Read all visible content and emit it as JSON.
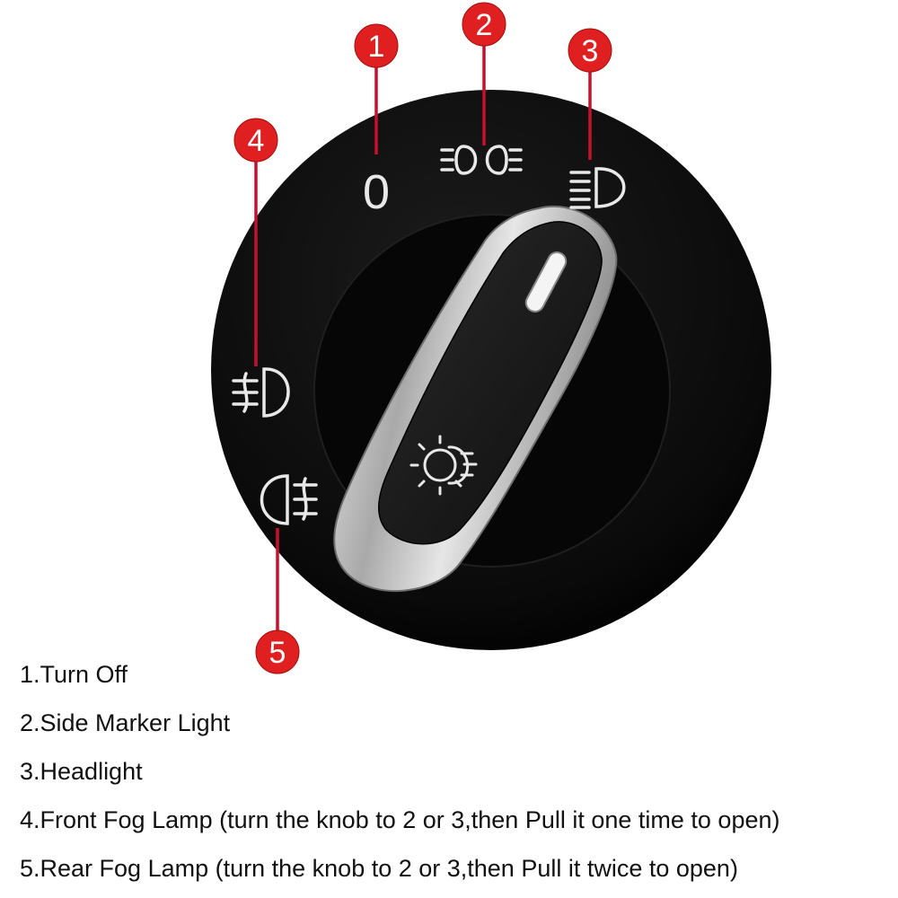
{
  "dial": {
    "off_symbol": "0",
    "symbols": [
      "side-marker-light-icon",
      "headlight-icon",
      "front-fog-lamp-icon",
      "rear-fog-lamp-icon",
      "headlight-auto-icon"
    ]
  },
  "callouts": [
    {
      "number": "1"
    },
    {
      "number": "2"
    },
    {
      "number": "3"
    },
    {
      "number": "4"
    },
    {
      "number": "5"
    }
  ],
  "legend": [
    "1.Turn Off",
    "2.Side Marker Light",
    "3.Headlight",
    "4.Front Fog Lamp (turn the knob to 2 or 3,then Pull it one time to open)",
    "5.Rear Fog Lamp (turn the knob to 2 or 3,then Pull it twice to open)"
  ],
  "colors": {
    "callout_red": "#e02020",
    "pointer_red": "#c8102e",
    "bezel": "#0b0b0b",
    "symbol": "#e8e8e8",
    "chrome": "#c4c4c4"
  }
}
